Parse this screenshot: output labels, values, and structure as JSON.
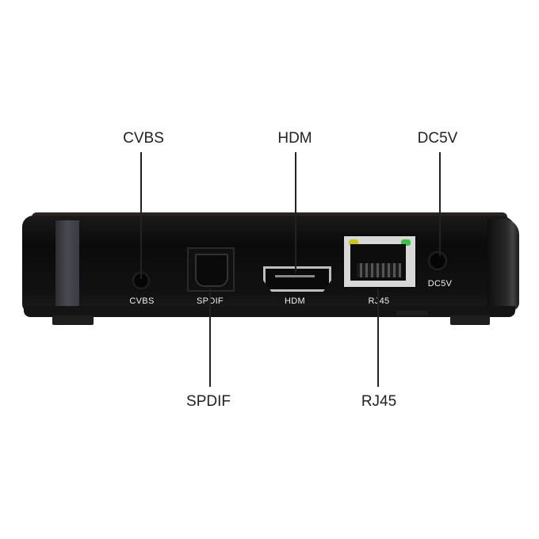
{
  "callouts": {
    "cvbs": "CVBS",
    "hdmi": "HDM",
    "dc5v": "DC5V",
    "spdif": "SPDIF",
    "rj45": "RJ45"
  },
  "port_labels": {
    "cvbs": "CVBS",
    "spdif": "SPDIF",
    "hdmi": "HDM",
    "rj45": "RJ45",
    "dc5v": "DC5V"
  },
  "colors": {
    "led_left": "#c8c81e",
    "led_right": "#3fbf4a"
  }
}
